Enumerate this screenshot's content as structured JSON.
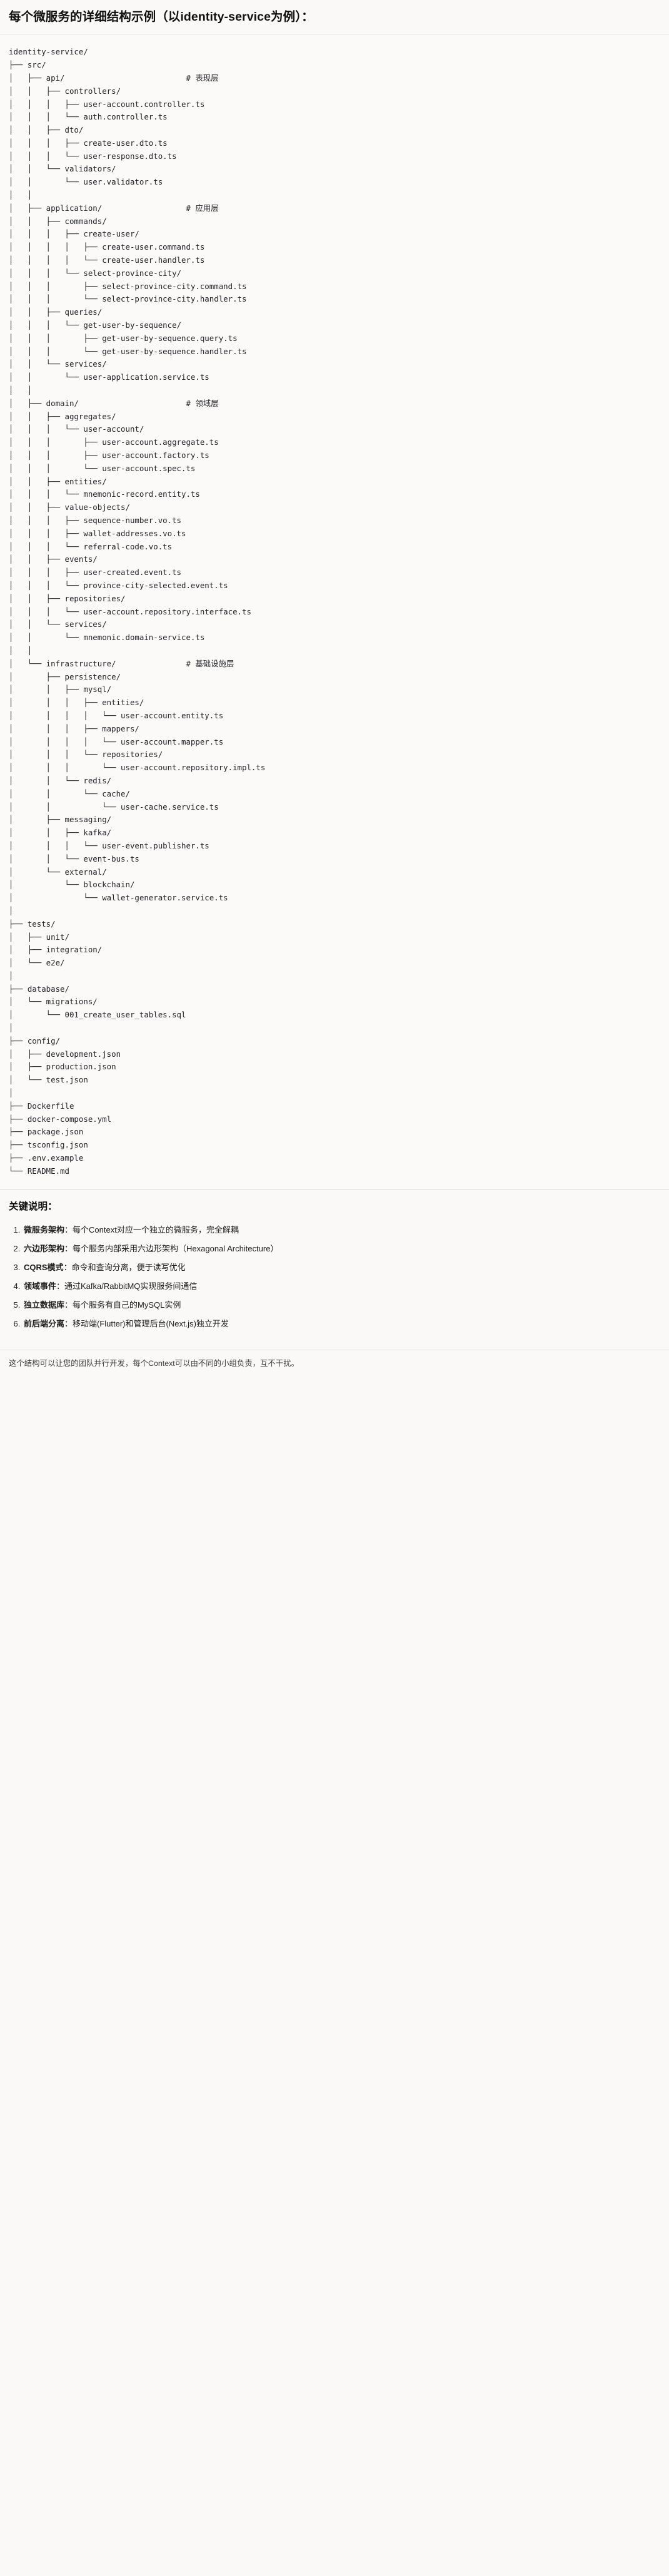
{
  "header": {
    "title_prefix": "每个微服务的详细结构示例",
    "title_paren": "（以identity-service为例）",
    "title_colon": "：",
    "title_full": "每个微服务的详细结构示例（以identity-service为例）："
  },
  "tree": {
    "root": "identity-service/",
    "text": "identity-service/\n├── src/\n│   ├── api/                          # 表现层\n│   │   ├── controllers/\n│   │   │   ├── user-account.controller.ts\n│   │   │   └── auth.controller.ts\n│   │   ├── dto/\n│   │   │   ├── create-user.dto.ts\n│   │   │   └── user-response.dto.ts\n│   │   └── validators/\n│   │       └── user.validator.ts\n│   │\n│   ├── application/                  # 应用层\n│   │   ├── commands/\n│   │   │   ├── create-user/\n│   │   │   │   ├── create-user.command.ts\n│   │   │   │   └── create-user.handler.ts\n│   │   │   └── select-province-city/\n│   │   │       ├── select-province-city.command.ts\n│   │   │       └── select-province-city.handler.ts\n│   │   ├── queries/\n│   │   │   └── get-user-by-sequence/\n│   │   │       ├── get-user-by-sequence.query.ts\n│   │   │       └── get-user-by-sequence.handler.ts\n│   │   └── services/\n│   │       └── user-application.service.ts\n│   │\n│   ├── domain/                       # 领域层\n│   │   ├── aggregates/\n│   │   │   └── user-account/\n│   │   │       ├── user-account.aggregate.ts\n│   │   │       ├── user-account.factory.ts\n│   │   │       └── user-account.spec.ts\n│   │   ├── entities/\n│   │   │   └── mnemonic-record.entity.ts\n│   │   ├── value-objects/\n│   │   │   ├── sequence-number.vo.ts\n│   │   │   ├── wallet-addresses.vo.ts\n│   │   │   └── referral-code.vo.ts\n│   │   ├── events/\n│   │   │   ├── user-created.event.ts\n│   │   │   └── province-city-selected.event.ts\n│   │   ├── repositories/\n│   │   │   └── user-account.repository.interface.ts\n│   │   └── services/\n│   │       └── mnemonic.domain-service.ts\n│   │\n│   └── infrastructure/               # 基础设施层\n│       ├── persistence/\n│       │   ├── mysql/\n│       │   │   ├── entities/\n│       │   │   │   └── user-account.entity.ts\n│       │   │   ├── mappers/\n│       │   │   │   └── user-account.mapper.ts\n│       │   │   └── repositories/\n│       │   │       └── user-account.repository.impl.ts\n│       │   └── redis/\n│       │       └── cache/\n│       │           └── user-cache.service.ts\n│       ├── messaging/\n│       │   ├── kafka/\n│       │   │   └── user-event.publisher.ts\n│       │   └── event-bus.ts\n│       └── external/\n│           └── blockchain/\n│               └── wallet-generator.service.ts\n│\n├── tests/\n│   ├── unit/\n│   ├── integration/\n│   └── e2e/\n│\n├── database/\n│   └── migrations/\n│       └── 001_create_user_tables.sql\n│\n├── config/\n│   ├── development.json\n│   ├── production.json\n│   └── test.json\n│\n├── Dockerfile\n├── docker-compose.yml\n├── package.json\n├── tsconfig.json\n├── .env.example\n└── README.md",
    "comments": [
      {
        "line": "api/",
        "text": "# 表现层"
      },
      {
        "line": "application/",
        "text": "# 应用层"
      },
      {
        "line": "domain/",
        "text": "# 领域层"
      },
      {
        "line": "infrastructure/",
        "text": "# 基础设施层"
      }
    ]
  },
  "notes": {
    "heading": "关键说明：",
    "items": [
      {
        "lead": "微服务架构",
        "body": "：每个Context对应一个独立的微服务，完全解耦"
      },
      {
        "lead": "六边形架构",
        "body": "：每个服务内部采用六边形架构（Hexagonal Architecture）"
      },
      {
        "lead": "CQRS模式",
        "body": "：命令和查询分离，便于读写优化"
      },
      {
        "lead": "领域事件",
        "body": "：通过Kafka/RabbitMQ实现服务间通信"
      },
      {
        "lead": "独立数据库",
        "body": "：每个服务有自己的MySQL实例"
      },
      {
        "lead": "前后端分离",
        "body": "：移动端(Flutter)和管理后台(Next.js)独立开发"
      }
    ],
    "closing": "这个结构可以让您的团队并行开发，每个Context可以由不同的小组负责，互不干扰。"
  },
  "colors": {
    "page_bg": "#faf9f7",
    "tree_bg": "#fbfaf8",
    "rule": "#e2e0dc",
    "text": "#1b1b1b",
    "mono_text": "#23252b"
  }
}
